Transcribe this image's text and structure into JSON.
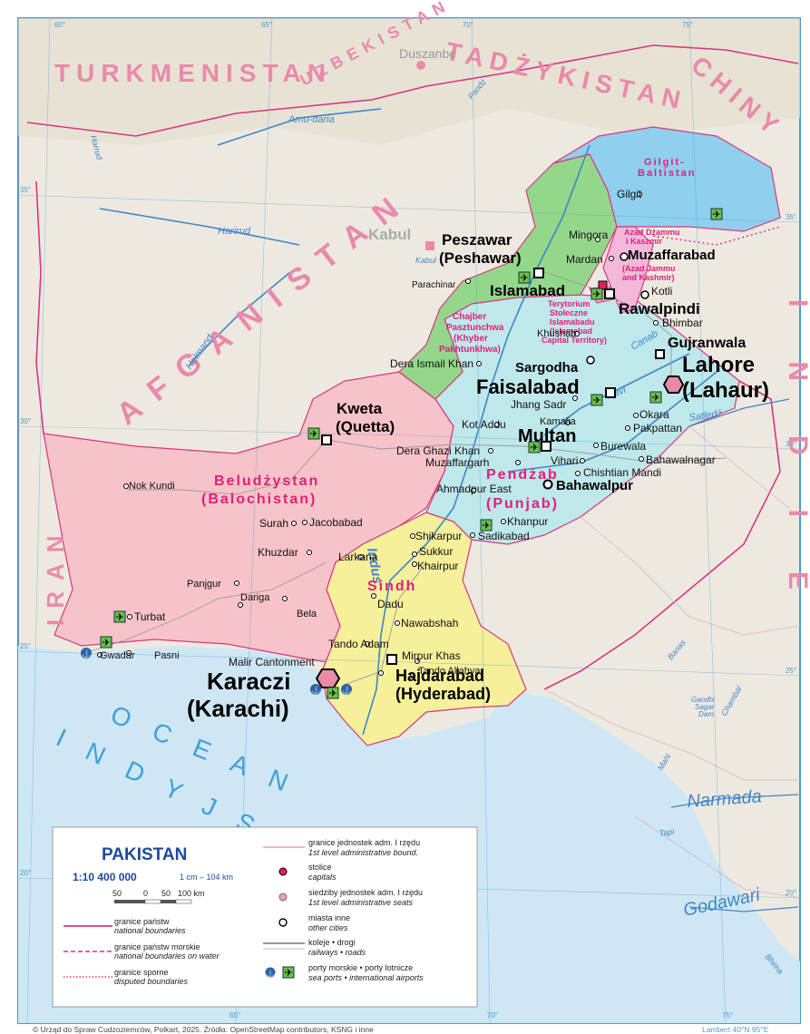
{
  "legend": {
    "title": "PAKISTAN",
    "scale": "1:10 400 000",
    "scale_note": "1 cm – 104 km",
    "scalebar": [
      "50",
      "0",
      "50",
      "100 km"
    ],
    "items": [
      {
        "pl": "granice państw",
        "en": "national boundaries"
      },
      {
        "pl": "granice państw morskie",
        "en": "national boundaries on water"
      },
      {
        "pl": "granice sporne",
        "en": "disputed boundaries"
      },
      {
        "pl": "granice jednostek adm. I rzędu",
        "en": "1st level administrative bound."
      },
      {
        "pl": "stolice",
        "en": "capitals"
      },
      {
        "pl": "siedziby jednostek adm. I rzędu",
        "en": "1st level administrative seats"
      },
      {
        "pl": "miasta inne",
        "en": "other cities"
      },
      {
        "pl": "koleje • drogi",
        "en": "railways • roads"
      },
      {
        "pl": "porty morskie • porty lotnicze",
        "en": "sea ports • international airports"
      }
    ]
  },
  "footer": {
    "credit": "© Urząd do Spraw Cudzoziemców, Polkart, 2025. Źródła: OpenStreetMap contributors, KSNG i inne",
    "projection": "Lambert 40°N 95°E"
  },
  "grid": {
    "lon": [
      "60°",
      "65°",
      "70°",
      "75°",
      "65°",
      "70°",
      "75°"
    ],
    "lat": [
      "35°",
      "30°",
      "25°",
      "20°",
      "35°",
      "30°",
      "25°",
      "20°"
    ]
  },
  "countries": [
    "TURKMENISTAN",
    "UZBEKISTAN",
    "TADŻYKISTAN",
    "CHINY",
    "AFGANISTAN",
    "IRAN",
    "INDIE"
  ],
  "provinces": {
    "balochistan": [
      "Beludżystan",
      "(Balochistan)"
    ],
    "punjab": [
      "Pendżab",
      "(Punjab)"
    ],
    "sindh": "Sindh",
    "kp": [
      "Chajber",
      "Pasztunchwa",
      "(Khyber",
      "Pakhtunkhwa)"
    ],
    "gb": [
      "Gilgit-",
      "Baltistan"
    ],
    "ajk": [
      "Azad Dżammu",
      "i Kaszmir",
      "(Azad Jammu",
      "and Kashmir)"
    ],
    "ict": [
      "Terytorium",
      "Stołeczne",
      "Islamabadu",
      "(Islamabad",
      "Capital Territory)"
    ]
  },
  "water": {
    "amu": "Amu-daria",
    "harirud": "Harirud",
    "helmand": "Helmand",
    "harrud": "Harrud",
    "pandz": "Pandż",
    "kabul_r": "Kabul",
    "indus": "Indus",
    "ravi": "Ravi",
    "satledz": "Satledż",
    "canab": "Canab",
    "narmada": "Narmada",
    "tapi": "Tapi",
    "godawari": "Godawari",
    "banas": "Banas",
    "chambal": "Chambal",
    "mahi": "Mahi",
    "gandhi": "Gandhi",
    "sagar": "Sagar",
    "dam": "Dam",
    "bhima": "Bhima",
    "ocean": [
      "O C E A N",
      "I N D Y J S K I"
    ]
  },
  "cities": {
    "duszanbe": "Duszanbe",
    "kabul": "Kabul",
    "peszawar": "Peszawar",
    "peshawar": "(Peshawar)",
    "islamabad": "Islamabad",
    "muzaffarabad": "Muzaffarabad",
    "rawalpindi": "Rawalpindi",
    "lahore": "Lahore",
    "lahaur": "(Lahaur)",
    "faisalabad": "Faisalabad",
    "multan": "Multan",
    "kweta": "Kweta",
    "quetta": "(Quetta)",
    "karaczi": "Karaczi",
    "karachi": "(Karachi)",
    "hajdarabad": "Hajdarabad",
    "hyderabad": "(Hyderabad)",
    "bahawalpur": "Bahawalpur",
    "gujranwala": "Gujranwala",
    "sargodha": "Sargodha",
    "gilgit": "Gilgit",
    "mingora": "Mingora",
    "mardan": "Mardan",
    "parachinar": "Parachinar",
    "kotli": "Kotli",
    "bhimbar": "Bhimbar",
    "khushab": "Khushab",
    "dera_ismail": "Dera Ismail Khan",
    "jhang": "Jhang Sadr",
    "okara": "Okara",
    "pakpattan": "Pakpattan",
    "kamalia": "Kamalia",
    "kot_addu": "Kot Addu",
    "dera_ghazi": "Dera Ghazi Khan",
    "burewala": "Burewala",
    "bahawalnagar": "Bahawalnagar",
    "vihari": "Vihari",
    "muzaffargarh": "Muzaffargarh",
    "chishtian": "Chishtian Mandi",
    "ahmadpur": "Ahmadpur East",
    "khanpur": "Khanpur",
    "sadikabad": "Sadikabad",
    "nok_kundi": "Nok Kundi",
    "surah": "Surah",
    "jacobabad": "Jacobabad",
    "shikarpur": "Shikarpur",
    "sukkur": "Sukkur",
    "khairpur": "Khairpur",
    "larkana": "Larkana",
    "khuzdar": "Khuzdar",
    "panjgur": "Panjgur",
    "dariga": "Dariga",
    "bela": "Bela",
    "dadu": "Dadu",
    "turbat": "Turbat",
    "nawabshah": "Nawabshah",
    "tando_adam": "Tando Adam",
    "mirpur": "Mirpur Khas",
    "tando_allahyar": "Tando Allahyar",
    "gwadar": "Gwadar",
    "pasni": "Pasni",
    "malir": "Malir Cantonment"
  },
  "colors": {
    "balochistan": "#f6c3c8",
    "punjab": "#bfe8ea",
    "sindh": "#f6f09a",
    "kp": "#93d88a",
    "gb": "#8ed0ee",
    "ajk": "#f3b8d9",
    "ict": "#f7a6c8",
    "foreign": "#eee9e0",
    "sea": "#cfe7f5",
    "boundary": "#d9367e",
    "grid": "#4a9bd1"
  }
}
